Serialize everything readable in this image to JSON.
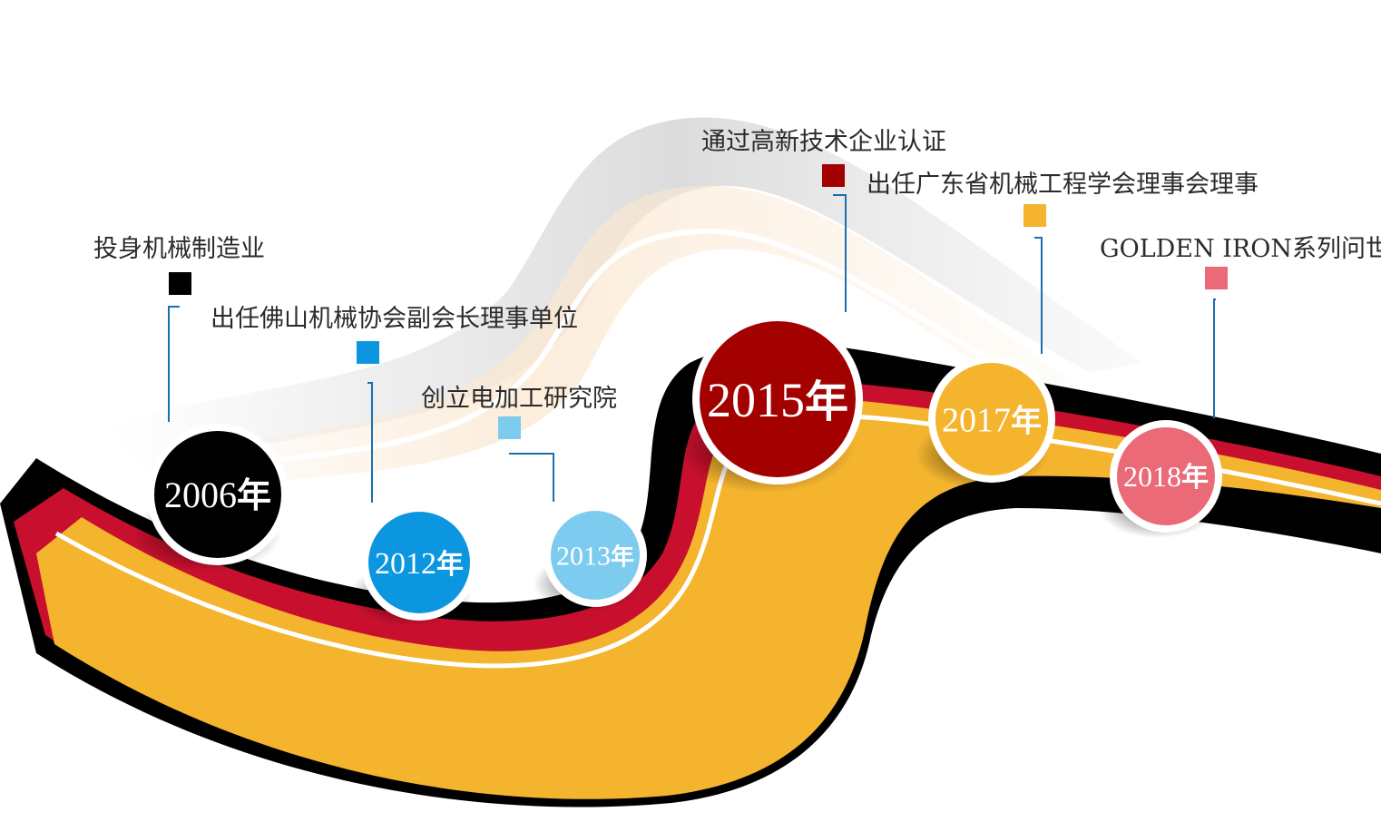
{
  "milestones": [
    {
      "year": "2006",
      "suffix": "年",
      "text": "投身机械制造业",
      "color": "#000000"
    },
    {
      "year": "2012",
      "suffix": "年",
      "text": "出任佛山机械协会副会长理事单位",
      "color": "#0c96e0"
    },
    {
      "year": "2013",
      "suffix": "年",
      "text": "创立电加工研究院",
      "color": "#7ecbf0"
    },
    {
      "year": "2015",
      "suffix": "年",
      "text": "通过高新技术企业认证",
      "color": "#a30000"
    },
    {
      "year": "2017",
      "suffix": "年",
      "text": "出任广东省机械工程学会理事会理事",
      "color": "#f4b42e"
    },
    {
      "year": "2018",
      "suffix": "年",
      "text": "GOLDEN IRON系列问世",
      "color": "#ea6a78"
    }
  ],
  "ribbon_colors": {
    "black": "#000000",
    "red": "#c8102e",
    "gold": "#f4b42e",
    "white": "#ffffff",
    "shadow": "#c9c9c9",
    "leader_line": "#1a6fb0"
  }
}
